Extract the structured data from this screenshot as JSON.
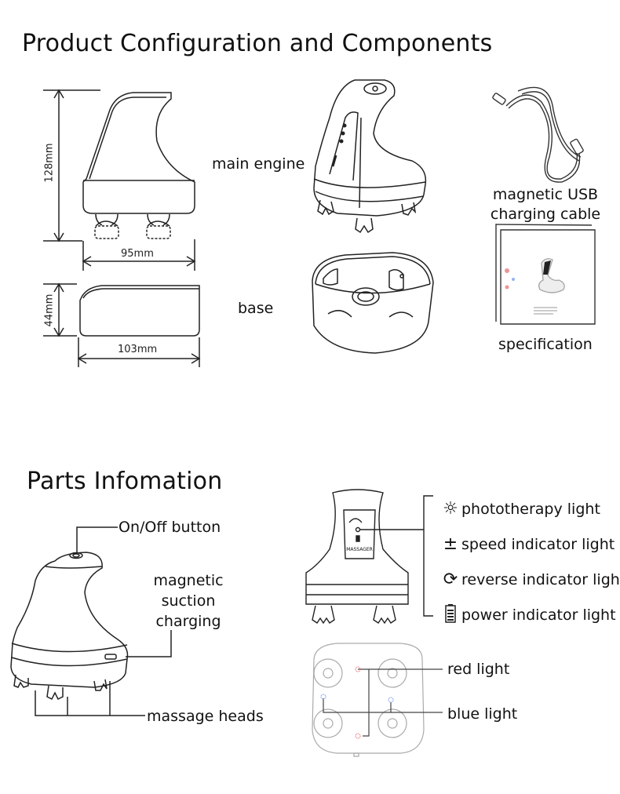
{
  "section1": {
    "title": "Product Configuration and Components",
    "dimensions": {
      "height": "128mm",
      "width": "95mm",
      "base_height": "44mm",
      "base_width": "103mm"
    },
    "items": {
      "main_engine": "main engine",
      "base": "base",
      "cable_line1": "magnetic USB",
      "cable_line2": "charging cable",
      "specification": "specification"
    }
  },
  "section2": {
    "title": "Parts Infomation",
    "callouts": {
      "on_off": "On/Off button",
      "charging_line1": "magnetic",
      "charging_line2": "suction",
      "charging_line3": "charging",
      "massage_heads": "massage heads"
    },
    "indicators": [
      {
        "icon": "sun-icon",
        "label": "phototherapy light"
      },
      {
        "icon": "plus-minus-icon",
        "label": "speed indicator light"
      },
      {
        "icon": "reverse-icon",
        "label": "reverse indicator ligh"
      },
      {
        "icon": "battery-icon",
        "label": "power indicator light"
      }
    ],
    "front_label": "MASSAGER",
    "lights": {
      "red": "red light",
      "blue": "blue light"
    }
  },
  "colors": {
    "line": "#222222",
    "red_led": "#e05050",
    "blue_led": "#5080e0"
  }
}
